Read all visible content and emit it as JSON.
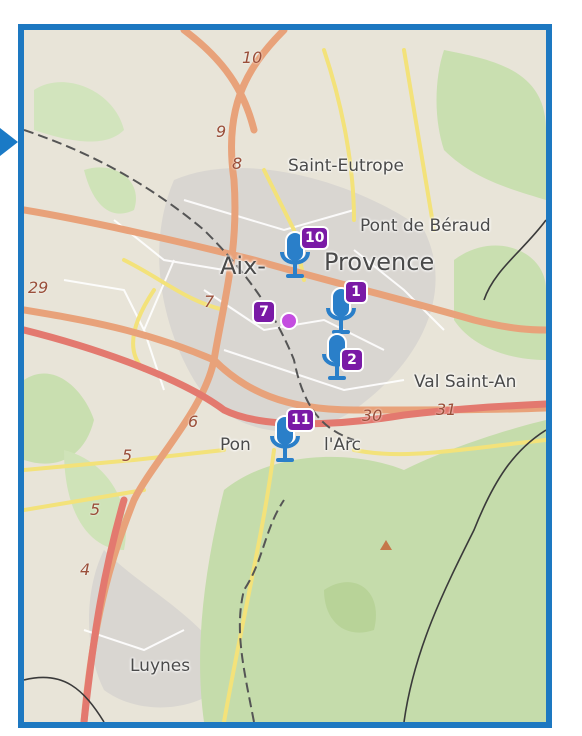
{
  "map": {
    "places": {
      "saint_eutrope": "Saint-Eutrope",
      "pont_de_beraud": "Pont de Béraud",
      "aix_left": "Aix-",
      "aix_right": "Provence",
      "val_saint": "Val Saint-An",
      "pont_left": "Pon",
      "pont_right": "l'Arc",
      "luynes": "Luynes"
    },
    "road_numbers": [
      "10",
      "9",
      "8",
      "7",
      "6",
      "5",
      "5",
      "4",
      "29",
      "30",
      "31"
    ],
    "markers": [
      {
        "label": "10",
        "icon": "microphone-icon"
      },
      {
        "label": "1",
        "icon": "microphone-icon"
      },
      {
        "label": "2",
        "icon": "microphone-icon"
      },
      {
        "label": "11",
        "icon": "microphone-icon"
      }
    ],
    "point": {
      "label": "7"
    },
    "colors": {
      "frame": "#1d78c1",
      "marker": "#2a7fc9",
      "badge": "#7a1aa6",
      "point": "#c44de0"
    }
  }
}
